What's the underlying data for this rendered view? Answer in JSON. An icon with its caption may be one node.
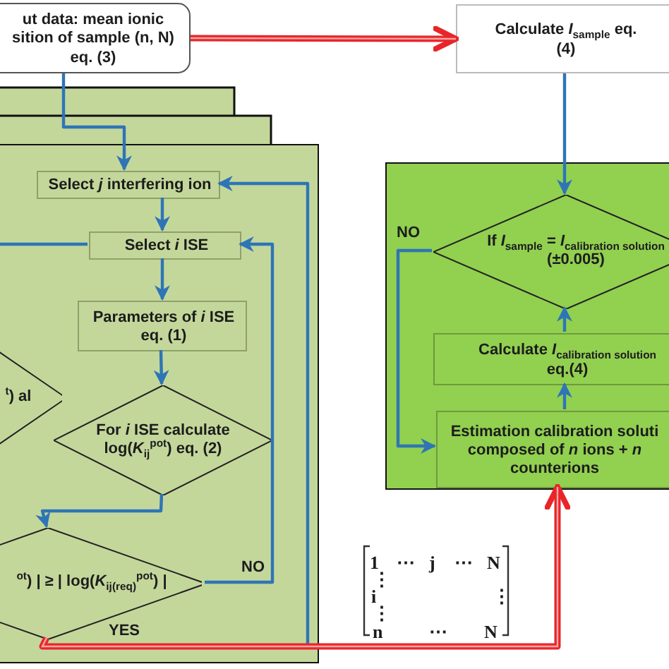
{
  "diagram": {
    "nodes": [
      {
        "text": [
          "ut data: mean ionic sition of sample (n, N) eq. (3)"
        ]
      },
      {
        "text": [
          "Calculate *I*$_{sample}$ eq. (4)"
        ]
      },
      {
        "text": [],
        "shape": "box"
      },
      {
        "text": [
          "Select *j* interfering ion"
        ],
        "in": 2
      },
      {
        "text": [
          "Select *i* ISE"
        ],
        "in": 2
      },
      {
        "text": [
          "Parameters of *i* ISE eq. (1)"
        ],
        "in": 2
      },
      {
        "text": [
          "For *i* ISE calculate log(*K*$_{ij}$$^{pot}$) eq. (2)"
        ],
        "in": 2
      },
      {
        "text": [
          "$^{t}$) al"
        ],
        "in": 2
      },
      {
        "text": [
          "$^{ot}$) | ≥ | log(*K*$_{ij(req)}$$^{pot}$) |"
        ],
        "in": 2
      },
      {
        "text": [],
        "shape": "box"
      },
      {
        "text": [
          "If *I*$_{sample}$ = *I*$_{calibration solution}$ (±0.005)"
        ],
        "in": 9
      },
      {
        "text": [
          "Calculate *I*$_{calibration solution}$ eq.(4)"
        ],
        "in": 9
      },
      {
        "text": [
          "Estimation calibration soluti composed of *n* ions + *n* counterions"
        ],
        "in": 9
      }
    ],
    "edges": [
      {
        "from": 0,
        "to": 1,
        "arrow": "to",
        "style": "thick",
        "color": "#e8262a"
      },
      {
        "from": 0,
        "to": 3,
        "arrow": "to"
      },
      {
        "from": 3,
        "to": 4,
        "arrow": "to"
      },
      {
        "from": 4,
        "to": 5,
        "arrow": "to"
      },
      {
        "from": 5,
        "to": 6,
        "arrow": "to"
      },
      {
        "from": 6,
        "to": 8,
        "arrow": "to"
      },
      {
        "from": 8,
        "to": 4,
        "arrow": "to",
        "label": "NO"
      },
      {
        "from": null,
        "to": 3,
        "arrow": "to"
      },
      {
        "from": 4,
        "to": null,
        "arrow": "none"
      },
      {
        "from": 8,
        "to": 12,
        "arrow": "to",
        "label": "YES",
        "style": "thick",
        "color": "#e8262a"
      },
      {
        "from": 1,
        "to": 10,
        "arrow": "to"
      },
      {
        "from": 12,
        "to": 11,
        "arrow": "to"
      },
      {
        "from": 11,
        "to": 10,
        "arrow": "to"
      },
      {
        "from": 10,
        "to": 12,
        "arrow": "to",
        "label": "NO"
      }
    ],
    "labels": [
      "1",
      "⋯",
      "j",
      "⋯",
      "N",
      "⋮",
      "i",
      "⋮",
      "⋮",
      "n",
      "⋯",
      "N"
    ]
  }
}
